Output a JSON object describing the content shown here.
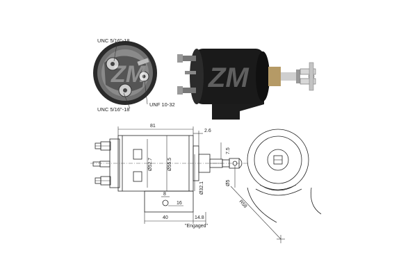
{
  "labels": {
    "unc_top": "UNC 5/16\"-18",
    "unc_bottom": "UNC 5/16\"-18",
    "unf": "UNF 10-32"
  },
  "dimensions": {
    "overall_length": "81",
    "plunger_offset": "2.6",
    "body_dia": "Ø52.7",
    "inner_dia": "Ø55.5",
    "shaft_dia": "Ø32.1",
    "eye_height": "7.5",
    "eye_dia": "Ø5",
    "bracket_width": "8",
    "bracket_offset": "16",
    "base_length": "40",
    "engaged_length": "14.8",
    "engaged_note": "\"Engaged\"",
    "radius": "R58"
  },
  "logo_text": "ZM"
}
